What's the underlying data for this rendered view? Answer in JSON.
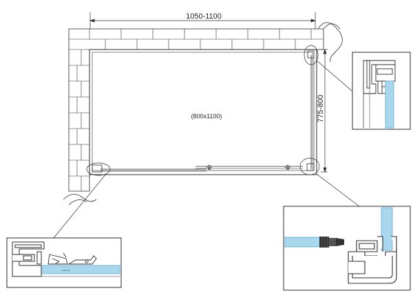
{
  "dimensions": {
    "width_label": "1050-1100",
    "depth_label": "775-800",
    "tray_label": "(800x1100)"
  },
  "colors": {
    "line": "#2a2a2a",
    "wall_fill": "#ffffff",
    "glass": "#a9d8ee",
    "glass_edge": "#5aa9cf",
    "seal": "#333333",
    "profile_fill": "#f2f2f2"
  },
  "details": [
    {
      "id": "top-right",
      "depicts": "wall-profile-detail"
    },
    {
      "id": "bottom-right",
      "depicts": "corner-profile-detail"
    },
    {
      "id": "bottom-left",
      "depicts": "roller-rail-detail"
    }
  ]
}
